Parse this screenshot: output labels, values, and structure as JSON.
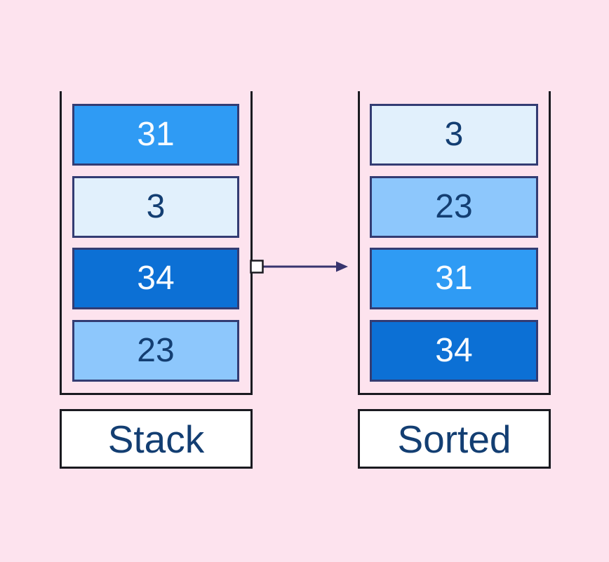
{
  "colors": {
    "background": "#fde3ee",
    "item_border": "#333c73",
    "container_wall": "#1a1a20",
    "label_bg": "#ffffff",
    "label_border": "#1a1a20",
    "label_text": "#133e72",
    "arrow": "#38346e",
    "arrow_square_fill": "#ffffff",
    "arrow_square_border": "#1a1a20"
  },
  "stack": {
    "label": "Stack",
    "items": [
      {
        "value": "31",
        "fill": "#2f9bf4",
        "text": "#f7fbff"
      },
      {
        "value": "3",
        "fill": "#e1f0fc",
        "text": "#133e72"
      },
      {
        "value": "34",
        "fill": "#0c70d5",
        "text": "#f7fbff"
      },
      {
        "value": "23",
        "fill": "#8dc7fc",
        "text": "#133e72"
      }
    ]
  },
  "sorted": {
    "label": "Sorted",
    "items": [
      {
        "value": "3",
        "fill": "#e1f0fc",
        "text": "#133e72"
      },
      {
        "value": "23",
        "fill": "#8dc7fc",
        "text": "#133e72"
      },
      {
        "value": "31",
        "fill": "#2f9bf4",
        "text": "#f7fbff"
      },
      {
        "value": "34",
        "fill": "#0c70d5",
        "text": "#f7fbff"
      }
    ]
  }
}
